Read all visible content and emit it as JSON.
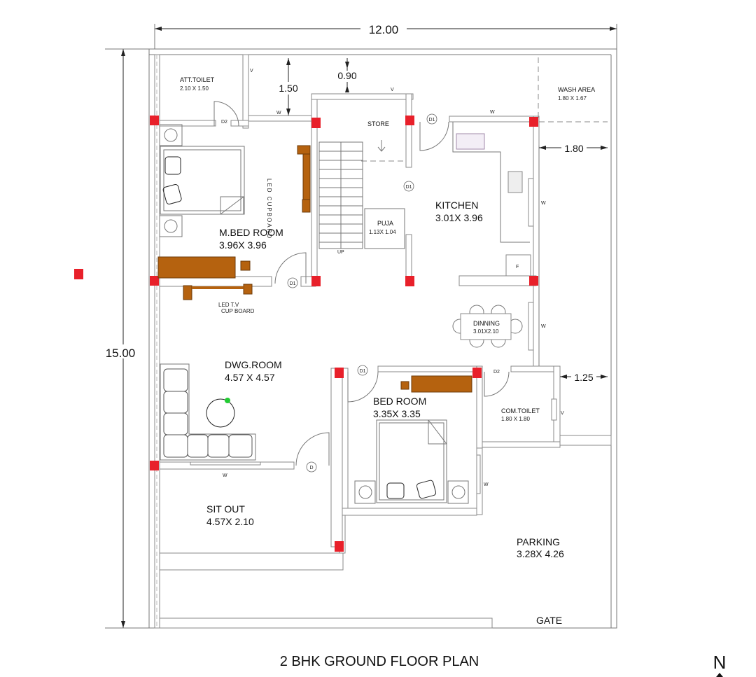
{
  "title": "2 BHK GROUND FLOOR PLAN",
  "north_label": "N",
  "dimensions": {
    "overall_width": "12.00",
    "overall_depth": "15.00",
    "toilet_offset": "1.50",
    "stair_offset": "0.90",
    "wash_width": "1.80",
    "side_setback": "1.25"
  },
  "rooms": {
    "att_toilet": {
      "name": "ATT.TOILET",
      "size": "2.10 X 1.50"
    },
    "store": {
      "name": "STORE"
    },
    "m_bed_room": {
      "name": "M.BED ROOM",
      "size": "3.96X 3.96"
    },
    "puja": {
      "name": "PUJA",
      "size": "1.13X 1.04"
    },
    "kitchen": {
      "name": "KITCHEN",
      "size": "3.01X 3.96"
    },
    "wash_area": {
      "name": "WASH AREA",
      "size": "1.80 X 1.67"
    },
    "dinning": {
      "name": "DINNING",
      "size": "3.01X2.10"
    },
    "dwg_room": {
      "name": "DWG.ROOM",
      "size": "4.57 X 4.57"
    },
    "bed_room": {
      "name": "BED ROOM",
      "size": "3.35X 3.35"
    },
    "com_toilet": {
      "name": "COM.TOILET",
      "size": "1.80 X 1.80"
    },
    "sit_out": {
      "name": "SIT OUT",
      "size": "4.57X 2.10"
    },
    "parking": {
      "name": "PARKING",
      "size": "3.28X 4.26"
    }
  },
  "annotations": {
    "gate": "GATE",
    "stair_up": "UP",
    "led_tv": "LED T.V",
    "cupboard": "CUP BOARD",
    "wardrobe_vertical": "LED CUPBOARD",
    "door_d1": "D1",
    "door_d2": "D2",
    "door_d": "D",
    "window": "W",
    "ventilator": "V",
    "fridge": "F"
  }
}
